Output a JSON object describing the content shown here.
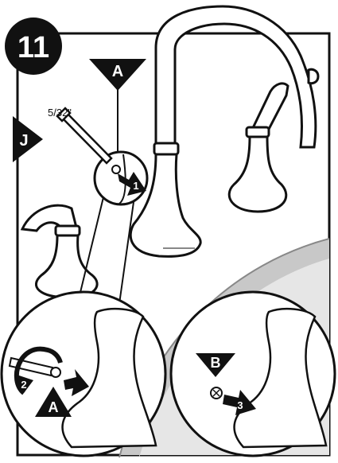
{
  "step": {
    "number": "11"
  },
  "callouts": {
    "part_a_top": "A",
    "part_a_detail": "A",
    "part_b": "B",
    "tool_j": "J",
    "tool_size": "5/32\""
  },
  "arrows": {
    "arrow_1": "1",
    "arrow_2": "2",
    "arrow_3": "3"
  },
  "colors": {
    "line": "#111111",
    "fill": "#ffffff",
    "sink_shade": "#c8c8c8",
    "sink_light": "#e6e6e6"
  }
}
